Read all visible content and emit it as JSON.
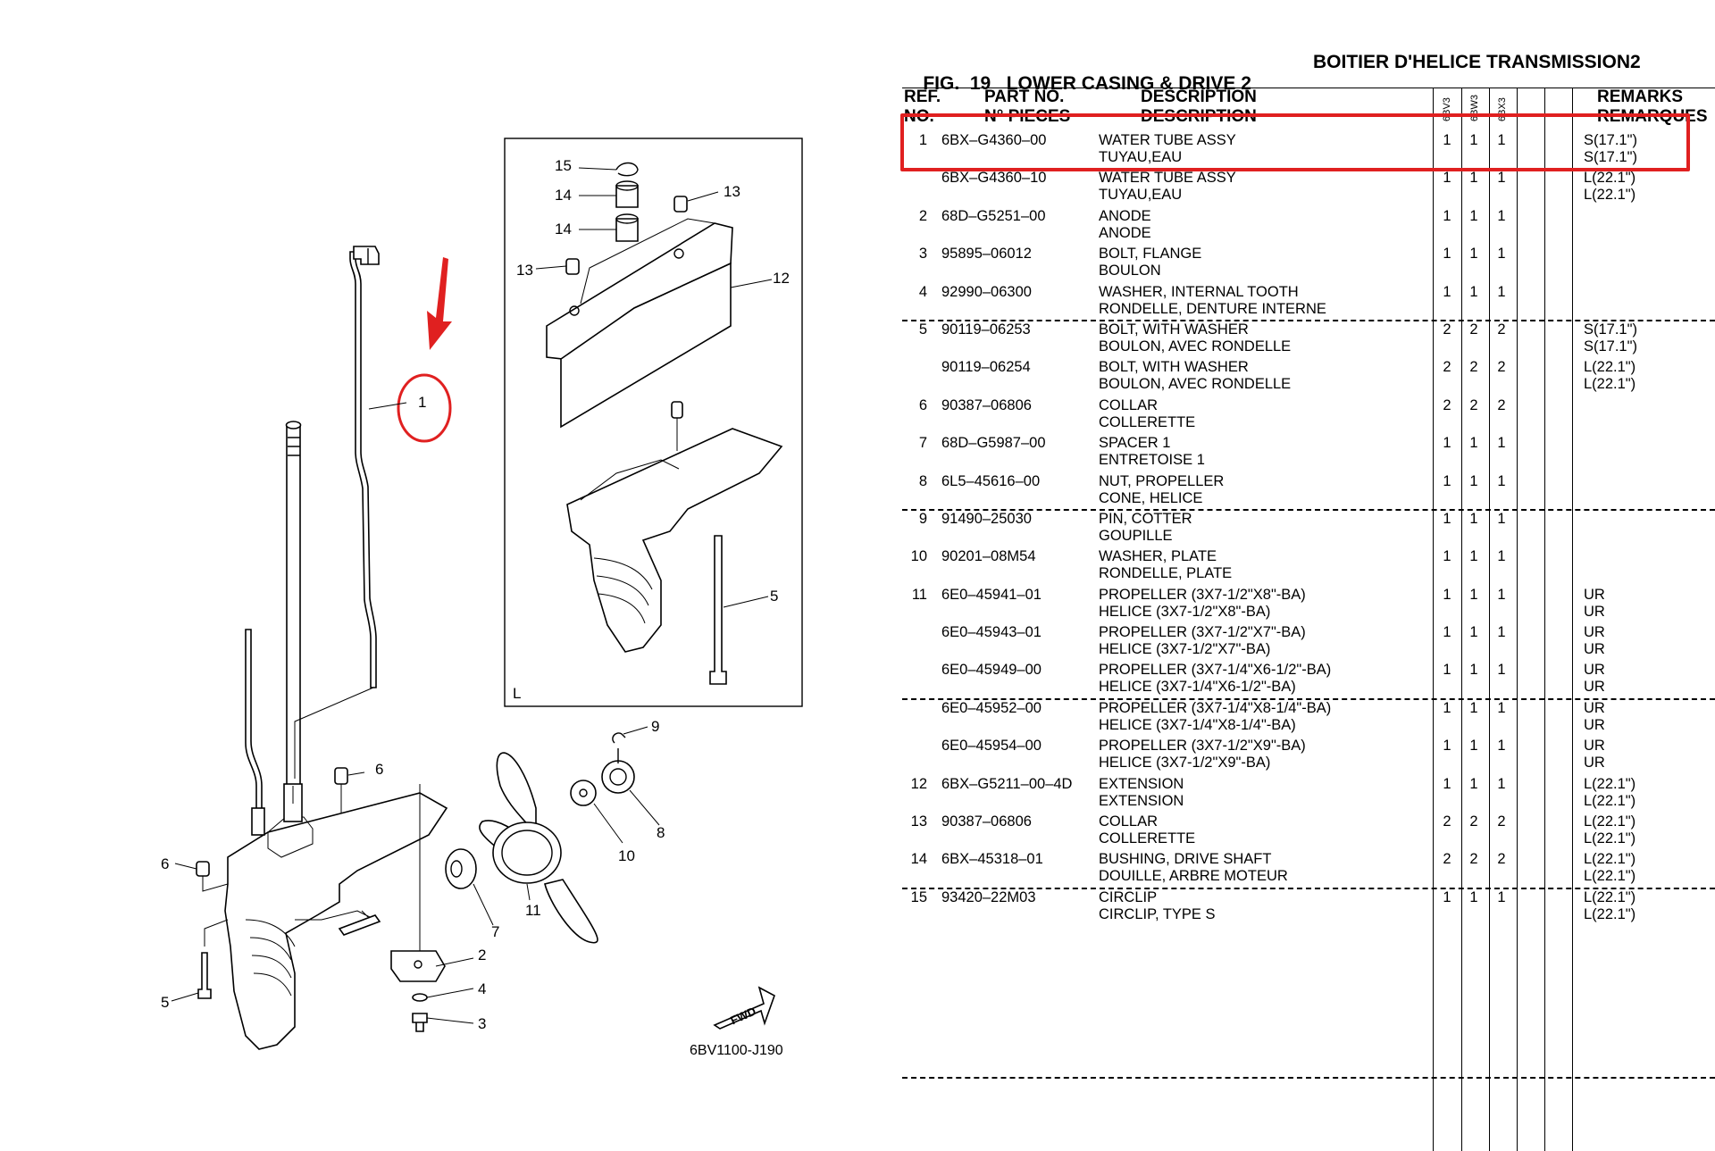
{
  "diagram": {
    "callouts": [
      "1",
      "2",
      "3",
      "4",
      "5",
      "5",
      "6",
      "6",
      "7",
      "8",
      "9",
      "10",
      "11",
      "12",
      "13",
      "13",
      "14",
      "14",
      "15"
    ],
    "inset_label": "L",
    "fwd_label": "FWD",
    "figure_code": "6BV1100-J190",
    "highlight_color": "#e02020"
  },
  "parts_list": {
    "fig_no": "FIG.  19",
    "title": "LOWER CASING & DRIVE 2",
    "title_fr": "BOITIER D'HELICE TRANSMISSION2",
    "header": {
      "ref": "REF.",
      "ref2": "NO.",
      "part": "PART NO.",
      "part2": "N° PIECES",
      "desc": "DESCRIPTION",
      "desc2": "DESCRIPTION",
      "remarks": "REMARKS",
      "remarks2": "REMARQUES",
      "models": [
        "6BV3",
        "6BW3",
        "6BX3"
      ]
    },
    "rows": [
      {
        "ref": "1",
        "part": "6BX–G4360–00",
        "desc": "WATER TUBE ASSY",
        "desc2": "TUYAU,EAU",
        "q1": "1",
        "q2": "1",
        "q3": "1",
        "rem": "S(17.1\")",
        "rem2": "S(17.1\")"
      },
      {
        "ref": "",
        "part": "6BX–G4360–10",
        "desc": "WATER TUBE ASSY",
        "desc2": "TUYAU,EAU",
        "q1": "1",
        "q2": "1",
        "q3": "1",
        "rem": "L(22.1\")",
        "rem2": "L(22.1\")"
      },
      {
        "ref": "2",
        "part": "68D–G5251–00",
        "desc": "ANODE",
        "desc2": "ANODE",
        "q1": "1",
        "q2": "1",
        "q3": "1",
        "rem": "",
        "rem2": ""
      },
      {
        "ref": "3",
        "part": "95895–06012",
        "desc": "BOLT, FLANGE",
        "desc2": "BOULON",
        "q1": "1",
        "q2": "1",
        "q3": "1",
        "rem": "",
        "rem2": ""
      },
      {
        "ref": "4",
        "part": "92990–06300",
        "desc": "WASHER, INTERNAL TOOTH",
        "desc2": "RONDELLE, DENTURE INTERNE",
        "q1": "1",
        "q2": "1",
        "q3": "1",
        "rem": "",
        "rem2": ""
      },
      {
        "ref": "5",
        "part": "90119–06253",
        "desc": "BOLT, WITH WASHER",
        "desc2": "BOULON, AVEC RONDELLE",
        "q1": "2",
        "q2": "2",
        "q3": "2",
        "rem": "S(17.1\")",
        "rem2": "S(17.1\")"
      },
      {
        "ref": "",
        "part": "90119–06254",
        "desc": "BOLT, WITH WASHER",
        "desc2": "BOULON, AVEC RONDELLE",
        "q1": "2",
        "q2": "2",
        "q3": "2",
        "rem": "L(22.1\")",
        "rem2": "L(22.1\")"
      },
      {
        "ref": "6",
        "part": "90387–06806",
        "desc": "COLLAR",
        "desc2": "COLLERETTE",
        "q1": "2",
        "q2": "2",
        "q3": "2",
        "rem": "",
        "rem2": ""
      },
      {
        "ref": "7",
        "part": "68D–G5987–00",
        "desc": "SPACER 1",
        "desc2": "ENTRETOISE 1",
        "q1": "1",
        "q2": "1",
        "q3": "1",
        "rem": "",
        "rem2": ""
      },
      {
        "ref": "8",
        "part": "6L5–45616–00",
        "desc": "NUT, PROPELLER",
        "desc2": "CONE, HELICE",
        "q1": "1",
        "q2": "1",
        "q3": "1",
        "rem": "",
        "rem2": ""
      },
      {
        "ref": "9",
        "part": "91490–25030",
        "desc": "PIN, COTTER",
        "desc2": "GOUPILLE",
        "q1": "1",
        "q2": "1",
        "q3": "1",
        "rem": "",
        "rem2": ""
      },
      {
        "ref": "10",
        "part": "90201–08M54",
        "desc": "WASHER, PLATE",
        "desc2": "RONDELLE, PLATE",
        "q1": "1",
        "q2": "1",
        "q3": "1",
        "rem": "",
        "rem2": ""
      },
      {
        "ref": "11",
        "part": "6E0–45941–01",
        "desc": "PROPELLER (3X7-1/2\"X8\"-BA)",
        "desc2": "HELICE (3X7-1/2\"X8\"-BA)",
        "q1": "1",
        "q2": "1",
        "q3": "1",
        "rem": "UR",
        "rem2": "UR"
      },
      {
        "ref": "",
        "part": "6E0–45943–01",
        "desc": "PROPELLER (3X7-1/2\"X7\"-BA)",
        "desc2": "HELICE (3X7-1/2\"X7\"-BA)",
        "q1": "1",
        "q2": "1",
        "q3": "1",
        "rem": "UR",
        "rem2": "UR"
      },
      {
        "ref": "",
        "part": "6E0–45949–00",
        "desc": "PROPELLER (3X7-1/4\"X6-1/2\"-BA)",
        "desc2": "HELICE (3X7-1/4\"X6-1/2\"-BA)",
        "q1": "1",
        "q2": "1",
        "q3": "1",
        "rem": "UR",
        "rem2": "UR"
      },
      {
        "ref": "",
        "part": "6E0–45952–00",
        "desc": "PROPELLER (3X7-1/4\"X8-1/4\"-BA)",
        "desc2": "HELICE (3X7-1/4\"X8-1/4\"-BA)",
        "q1": "1",
        "q2": "1",
        "q3": "1",
        "rem": "UR",
        "rem2": "UR"
      },
      {
        "ref": "",
        "part": "6E0–45954–00",
        "desc": "PROPELLER (3X7-1/2\"X9\"-BA)",
        "desc2": "HELICE (3X7-1/2\"X9\"-BA)",
        "q1": "1",
        "q2": "1",
        "q3": "1",
        "rem": "UR",
        "rem2": "UR"
      },
      {
        "ref": "12",
        "part": "6BX–G5211–00–4D",
        "desc": "EXTENSION",
        "desc2": "EXTENSION",
        "q1": "1",
        "q2": "1",
        "q3": "1",
        "rem": "L(22.1\")",
        "rem2": "L(22.1\")"
      },
      {
        "ref": "13",
        "part": "90387–06806",
        "desc": "COLLAR",
        "desc2": "COLLERETTE",
        "q1": "2",
        "q2": "2",
        "q3": "2",
        "rem": "L(22.1\")",
        "rem2": "L(22.1\")"
      },
      {
        "ref": "14",
        "part": "6BX–45318–01",
        "desc": "BUSHING, DRIVE SHAFT",
        "desc2": "DOUILLE, ARBRE MOTEUR",
        "q1": "2",
        "q2": "2",
        "q3": "2",
        "rem": "L(22.1\")",
        "rem2": "L(22.1\")"
      },
      {
        "ref": "15",
        "part": "93420–22M03",
        "desc": "CIRCLIP",
        "desc2": "CIRCLIP, TYPE S",
        "q1": "1",
        "q2": "1",
        "q3": "1",
        "rem": "L(22.1\")",
        "rem2": "L(22.1\")"
      }
    ]
  }
}
